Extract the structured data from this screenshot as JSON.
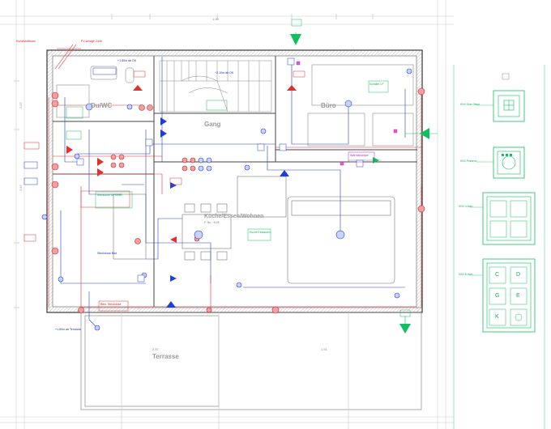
{
  "rooms": {
    "dusche_wc": "Du/WC",
    "gang": "Gang",
    "buero": "Büro",
    "kueche": "Küche/Essen/Wohnen",
    "terrasse": "Terrasse"
  },
  "dimensions": {
    "top": "1.05",
    "left_upper": "2.57",
    "left_lower": "2.57",
    "terrasse_left": "2.57",
    "terrasse_right": "1.51"
  },
  "labels": {
    "kunststoffdose": "Kunststoffdose",
    "pv_anlage": "PV-Anlage Gelb",
    "gang_height": "+1.80m ab OK",
    "gang_height2": "+2.10m ab OK",
    "steckdose_bar": "Steckdose Bad",
    "gang_note": "Steckdose für Smart",
    "kueche_note": "Küche Einbauten",
    "buero_note": "Schalter LP",
    "wp_note": "Wärmepumpe",
    "terrasse_note": "Bew. Steckdose",
    "terrasse_height": "+1.80m ab Terrasse",
    "kueche_sub": "F: Bo. ~8.25"
  },
  "legend": {
    "sym1": "KNX Glas 3fach",
    "sym2": "KNX Präsenz",
    "sym3": "KNX 4-fach",
    "sym4": "KNX 6-fach",
    "keys": [
      "C",
      "D",
      "G",
      "E",
      "K"
    ]
  }
}
